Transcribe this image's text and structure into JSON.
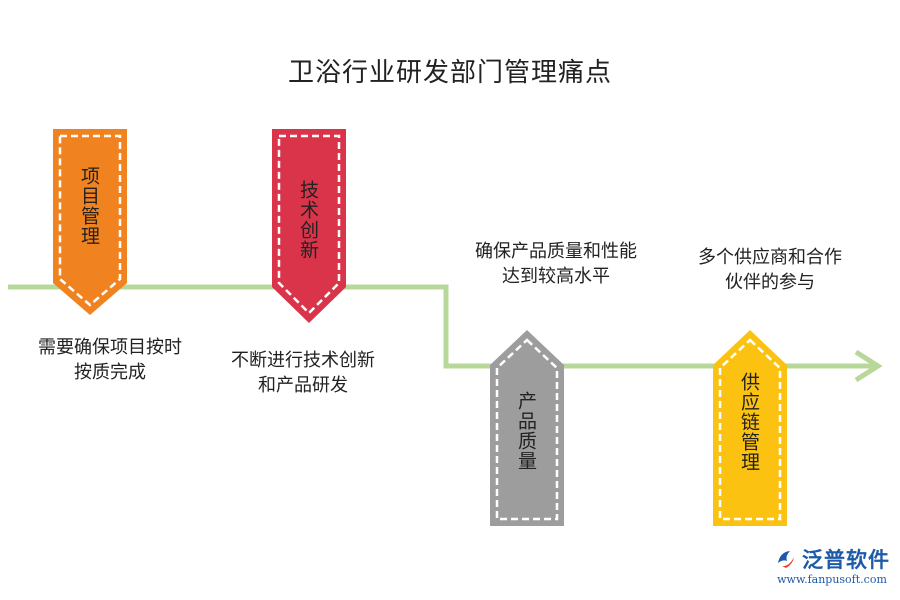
{
  "title": "卫浴行业研发部门管理痛点",
  "colors": {
    "line": "#b8d89a",
    "orange": "#f0831f",
    "red": "#d9344a",
    "gray": "#9d9d9d",
    "yellow": "#fbc212",
    "logo": "#1e5aa8"
  },
  "items": [
    {
      "tag": "项目管理",
      "desc": "需要确保项目按时\n按质完成",
      "color": "orange"
    },
    {
      "tag": "技术创新",
      "desc": "不断进行技术创新\n和产品研发",
      "color": "red"
    },
    {
      "tag": "产品质量",
      "desc": "确保产品质量和性能\n达到较高水平",
      "color": "gray"
    },
    {
      "tag": "供应链管理",
      "desc": "多个供应商和合作\n伙伴的参与",
      "color": "yellow"
    }
  ],
  "logo": {
    "name": "泛普软件",
    "url": "www.fanpusoft.com"
  }
}
